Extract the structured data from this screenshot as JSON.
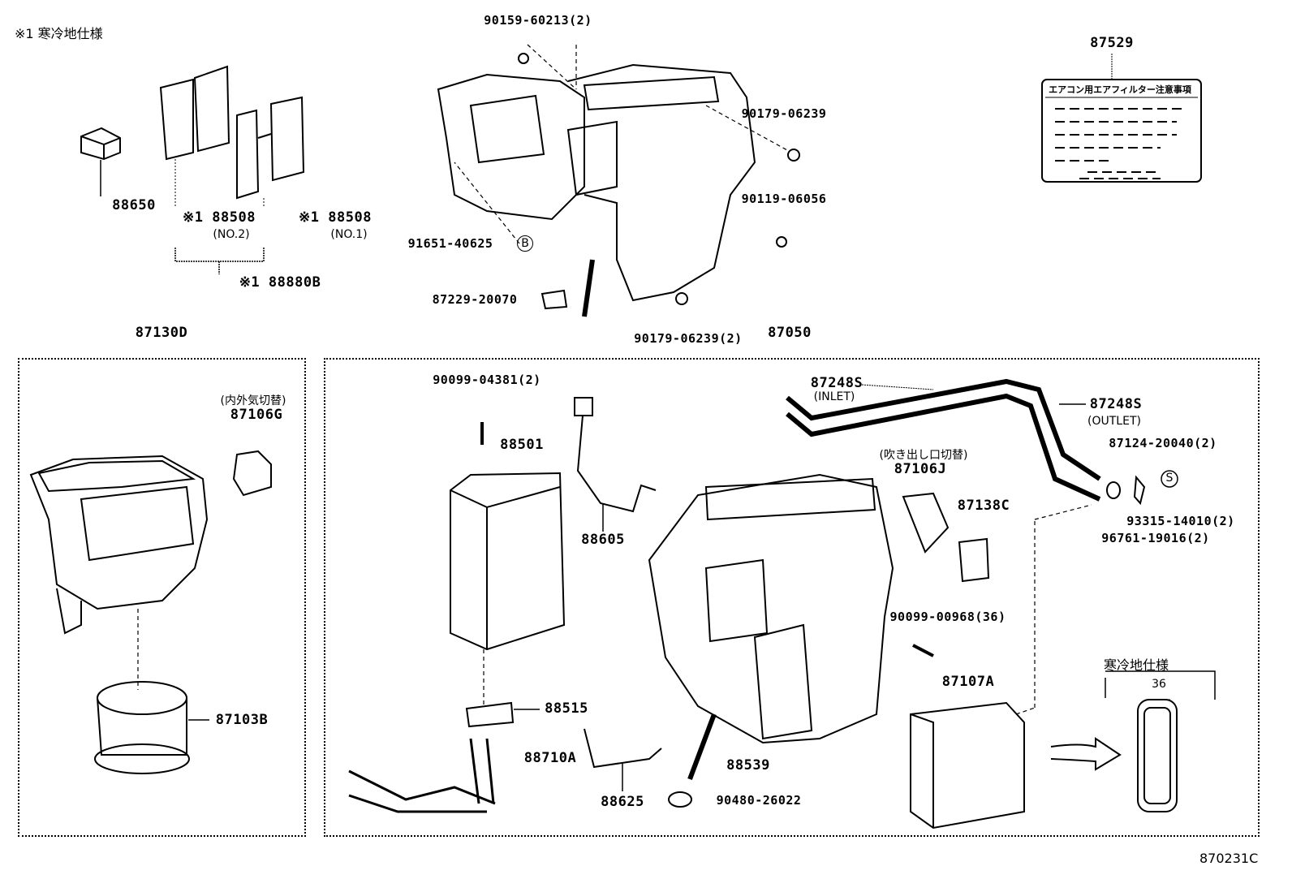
{
  "legend_note": "※1 寒冷地仕様",
  "drawing_id": "870231C",
  "groups": {
    "blower_assembly": "87130D",
    "unit_assembly": "87050"
  },
  "label_plate": {
    "part": "87529",
    "plate_heading": "エアコン用エアフィルター注意事項"
  },
  "top_parts": {
    "screw_top": "90159-60213(2)",
    "nut_right": "90179-06239",
    "resistor": "88650",
    "filter_no2_part": "※1 88508",
    "filter_no2_sub": "(NO.2)",
    "filter_no1_part": "※1 88508",
    "filter_no1_sub": "(NO.1)",
    "filter_set": "※1 88880B",
    "bolt_right": "90119-06056",
    "clip_b": "91651-40625",
    "clip_b_mark": "B",
    "hose_clamp": "87229-20070",
    "nut_bottom": "90179-06239(2)"
  },
  "blower_box": {
    "servo_note": "(内外気切替)",
    "servo": "87106G",
    "fan": "87103B"
  },
  "unit_box": {
    "screw_evap": "90099-04381(2)",
    "evaporator": "88501",
    "wire_sensor": "88605",
    "expansion_valve": "88515",
    "tube": "88710A",
    "thermistor": "88625",
    "drain_hose": "88539",
    "grommet": "90480-26022",
    "pipe_inlet": "87248S",
    "pipe_inlet_sub": "(INLET)",
    "pipe_outlet": "87248S",
    "pipe_outlet_sub": "(OUTLET)",
    "clamp": "87124-20040(2)",
    "mode_servo_note": "(吹き出し口切替)",
    "mode_servo": "87106J",
    "amplifier": "87138C",
    "oring_s": "93315-14010(2)",
    "oring_s_mark": "S",
    "oring": "96761-19016(2)",
    "screws": "90099-00968(36)",
    "heater_core": "87107A",
    "cold_spec": "寒冷地仕様",
    "dimension": "36"
  }
}
